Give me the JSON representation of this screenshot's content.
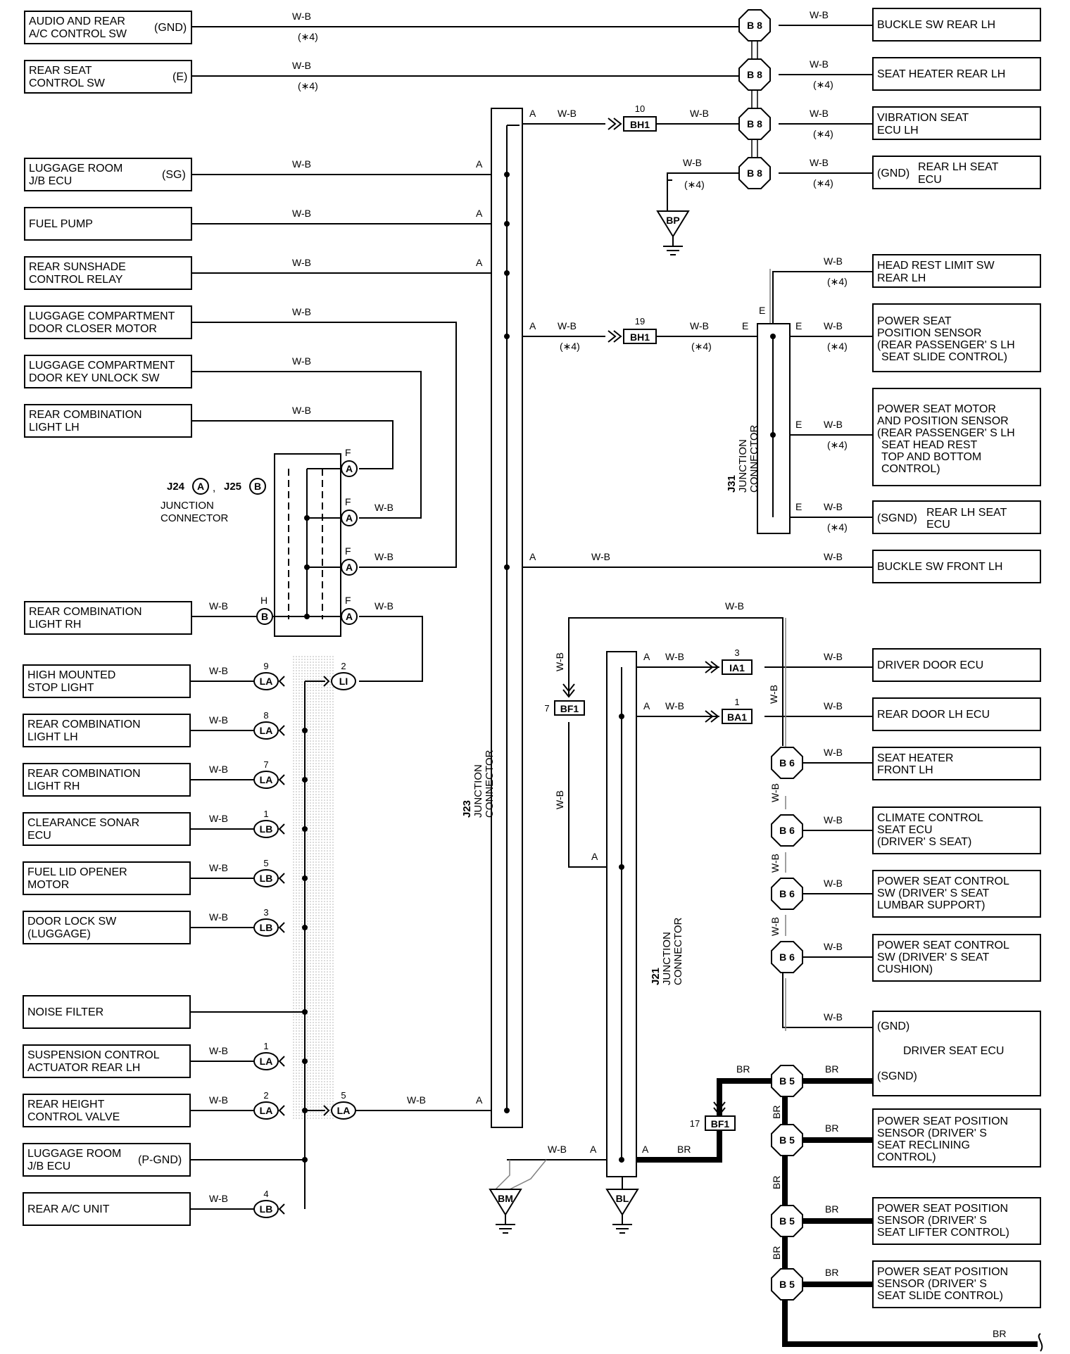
{
  "left_components": {
    "audio_rear_ac_sw": {
      "line1": "AUDIO AND REAR",
      "line2": "A/C CONTROL SW",
      "terminal": "(GND)"
    },
    "rear_seat_control_sw": {
      "line1": "REAR SEAT",
      "line2": "CONTROL SW",
      "terminal": "(E)"
    },
    "luggage_room_jb_ecu": {
      "line1": "LUGGAGE ROOM",
      "line2": "J/B ECU",
      "terminal": "(SG)"
    },
    "fuel_pump": {
      "line1": "FUEL PUMP"
    },
    "rear_sunshade_relay": {
      "line1": "REAR SUNSHADE",
      "line2": "CONTROL RELAY"
    },
    "luggage_door_closer": {
      "line1": "LUGGAGE COMPARTMENT",
      "line2": "DOOR CLOSER MOTOR"
    },
    "luggage_door_key_sw": {
      "line1": "LUGGAGE COMPARTMENT",
      "line2": "DOOR KEY UNLOCK SW"
    },
    "rear_comb_light_lh_top": {
      "line1": "REAR COMBINATION",
      "line2": "LIGHT LH"
    },
    "rear_comb_light_rh_top": {
      "line1": "REAR COMBINATION",
      "line2": "LIGHT RH"
    },
    "high_mounted_stop": {
      "line1": "HIGH MOUNTED",
      "line2": "STOP LIGHT"
    },
    "rear_comb_light_lh": {
      "line1": "REAR COMBINATION",
      "line2": "LIGHT LH"
    },
    "rear_comb_light_rh": {
      "line1": "REAR COMBINATION",
      "line2": "LIGHT RH"
    },
    "clearance_sonar_ecu": {
      "line1": "CLEARANCE SONAR",
      "line2": "ECU"
    },
    "fuel_lid_opener": {
      "line1": "FUEL LID OPENER",
      "line2": "MOTOR"
    },
    "door_lock_sw_luggage": {
      "line1": "DOOR LOCK SW",
      "line2": "(LUGGAGE)"
    },
    "noise_filter": {
      "line1": "NOISE FILTER"
    },
    "suspension_actuator": {
      "line1": "SUSPENSION CONTROL",
      "line2": "ACTUATOR REAR LH"
    },
    "rear_height_valve": {
      "line1": "REAR HEIGHT",
      "line2": "CONTROL VALVE"
    },
    "luggage_room_jb_ecu_pgnd": {
      "line1": "LUGGAGE ROOM",
      "line2": "J/B ECU",
      "terminal": "(P-GND)"
    },
    "rear_ac_unit": {
      "line1": "REAR A/C UNIT"
    }
  },
  "right_components": {
    "buckle_sw_rear_lh": {
      "line1": "BUCKLE SW REAR LH"
    },
    "seat_heater_rear_lh": {
      "line1": "SEAT HEATER REAR LH"
    },
    "vibration_seat_ecu": {
      "line1": "VIBRATION SEAT",
      "line2": "ECU LH"
    },
    "rear_lh_seat_ecu_gnd": {
      "terminal": "(GND)",
      "line1": "REAR LH SEAT",
      "line2": "ECU"
    },
    "head_rest_limit_sw": {
      "line1": "HEAD REST LIMIT SW",
      "line2": "REAR LH"
    },
    "power_seat_pos_sensor_rear": {
      "line1": "POWER SEAT",
      "line2": "POSITION SENSOR",
      "line3": "(REAR PASSENGER' S LH",
      "line4": "SEAT SLIDE CONTROL)"
    },
    "power_seat_motor_rear": {
      "line1": "POWER SEAT MOTOR",
      "line2": "AND POSITION SENSOR",
      "line3": "(REAR PASSENGER' S LH",
      "line4": "SEAT HEAD REST",
      "line5": "TOP AND BOTTOM",
      "line6": "CONTROL)"
    },
    "rear_lh_seat_ecu_sgnd": {
      "terminal": "(SGND)",
      "line1": "REAR LH SEAT",
      "line2": "ECU"
    },
    "buckle_sw_front_lh": {
      "line1": "BUCKLE SW FRONT LH"
    },
    "driver_door_ecu": {
      "line1": "DRIVER DOOR ECU"
    },
    "rear_door_lh_ecu": {
      "line1": "REAR DOOR LH ECU"
    },
    "seat_heater_front_lh": {
      "line1": "SEAT HEATER",
      "line2": "FRONT LH"
    },
    "climate_control_seat_ecu": {
      "line1": "CLIMATE CONTROL",
      "line2": "SEAT ECU",
      "line3": "(DRIVER' S SEAT)"
    },
    "ps_control_sw_lumbar": {
      "line1": "POWER SEAT CONTROL",
      "line2": "SW (DRIVER' S SEAT",
      "line3": "LUMBAR SUPPORT)"
    },
    "ps_control_sw_cushion": {
      "line1": "POWER SEAT CONTROL",
      "line2": "SW (DRIVER' S SEAT",
      "line3": "CUSHION)"
    },
    "driver_seat_ecu": {
      "gnd": "(GND)",
      "title": "DRIVER SEAT ECU",
      "sgnd": "(SGND)"
    },
    "ps_pos_sensor_reclining": {
      "line1": "POWER SEAT POSITION",
      "line2": "SENSOR (DRIVER' S",
      "line3": "SEAT RECLINING",
      "line4": "CONTROL)"
    },
    "ps_pos_sensor_lifter": {
      "line1": "POWER SEAT POSITION",
      "line2": "SENSOR (DRIVER' S",
      "line3": "SEAT LIFTER CONTROL)"
    },
    "ps_pos_sensor_slide": {
      "line1": "POWER SEAT POSITION",
      "line2": "SENSOR (DRIVER' S",
      "line3": "SEAT SLIDE CONTROL)"
    }
  },
  "connectors": {
    "b8": "B 8",
    "b6": "B 6",
    "b5": "B 5",
    "bh1": "BH1",
    "bh1_pin_top": "10",
    "bh1_pin_mid": "19",
    "ia1": "IA1",
    "ia1_pin": "3",
    "ba1": "BA1",
    "ba1_pin": "1",
    "bf1": "BF1",
    "bf1_pin_top": "7",
    "bf1_pin_bottom": "17",
    "la": "LA",
    "lb": "LB",
    "li": "LI",
    "a_pin": "A",
    "b_pin": "B",
    "pins": {
      "la9": "9",
      "la8": "8",
      "la7": "7",
      "lb1": "1",
      "lb5": "5",
      "lb3": "3",
      "la1": "1",
      "la2": "2",
      "lb4": "4",
      "li2": "2",
      "la5": "5"
    }
  },
  "junctions": {
    "j23_name": "J23",
    "j23_desc": "JUNCTION",
    "j23_desc2": "CONNECTOR",
    "j21_name": "J21",
    "j31_name": "J31",
    "j24": "J24",
    "j25": "J25",
    "j24_desc1": "JUNCTION",
    "j24_desc2": "CONNECTOR"
  },
  "grounds": {
    "bp": "BP",
    "bm": "BM",
    "bl": "BL"
  },
  "wires": {
    "wb": "W-B",
    "br": "BR",
    "note4": "(∗4)"
  },
  "terminals": {
    "A": "A",
    "E": "E",
    "F": "F",
    "H": "H",
    "comma": ","
  },
  "colors": {
    "line": "#000000",
    "shield": "#9a9a9a",
    "background": "#ffffff"
  }
}
